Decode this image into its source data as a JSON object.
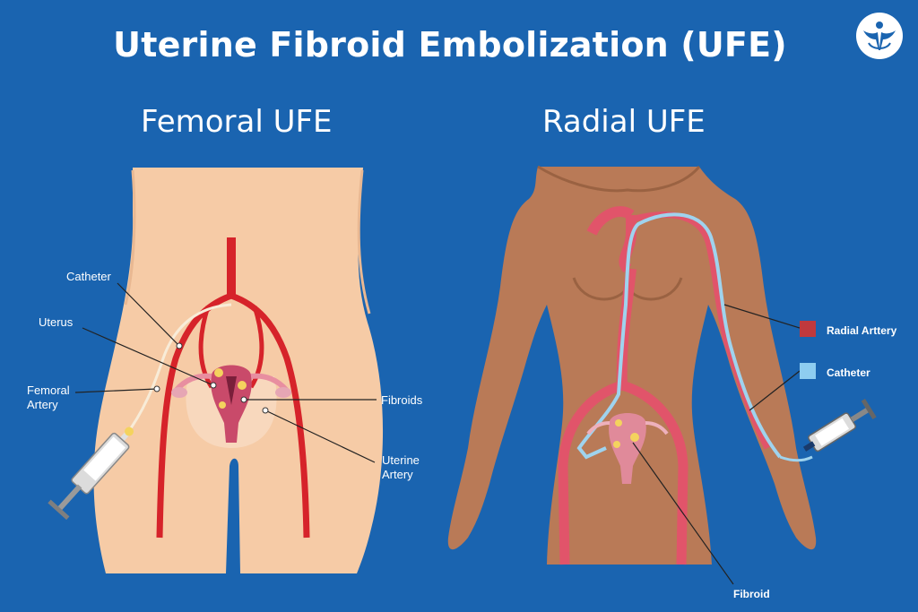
{
  "title": "Uterine Fibroid Embolization (UFE)",
  "femoral": {
    "heading": "Femoral UFE",
    "labels": {
      "catheter": "Catheter",
      "uterus": "Uterus",
      "femoral_artery": "Femoral\nArtery",
      "fibroids": "Fibroids",
      "uterine_artery": "Uterine\nArtery"
    }
  },
  "radial": {
    "heading": "Radial UFE",
    "legend": [
      {
        "label": "Radial Arttery",
        "color": "#c0393d"
      },
      {
        "label": "Catheter",
        "color": "#8ecdf0"
      }
    ],
    "labels": {
      "fibroid": "Fibroid"
    }
  },
  "colors": {
    "background": "#1a64b0",
    "skin_light": "#f6cba6",
    "skin_dark": "#b97a57",
    "artery": "#d6232a",
    "catheter": "#9fd3ee"
  },
  "logo_icon": "winged-figure-icon"
}
